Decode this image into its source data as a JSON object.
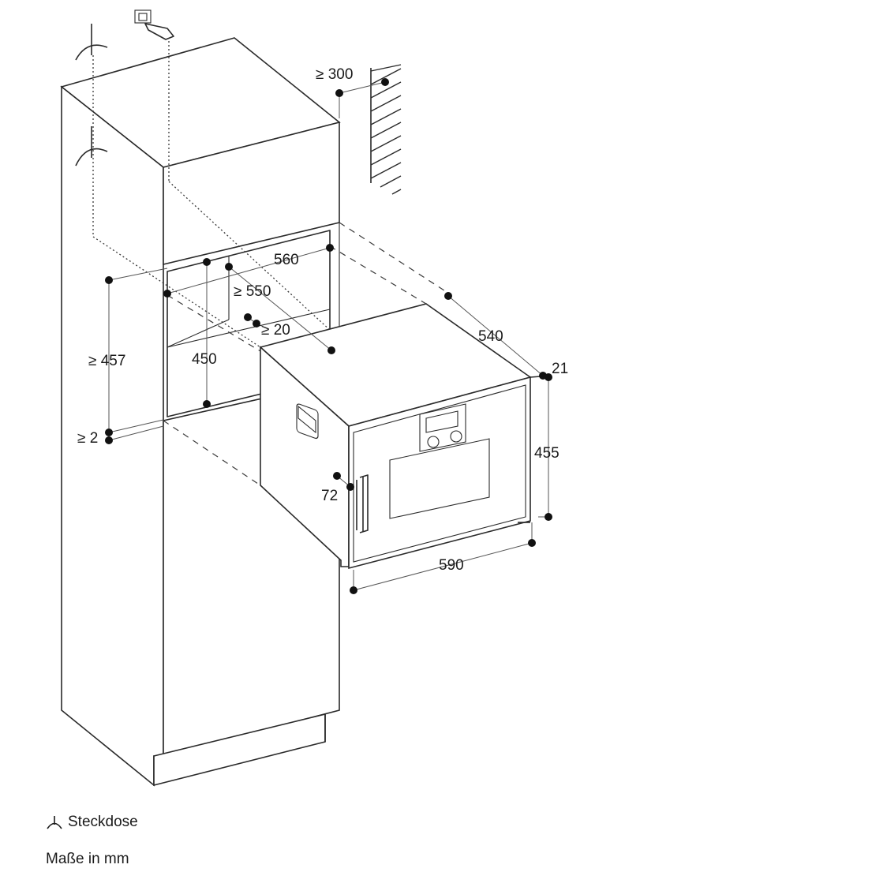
{
  "dimensions": {
    "d300": "≥ 300",
    "d560": "560",
    "d550": "≥ 550",
    "d20": "≥ 20",
    "d540": "540",
    "d21": "21",
    "d457": "≥ 457",
    "d450": "450",
    "d455": "455",
    "d2": "≥ 2",
    "d72": "72",
    "d590": "590"
  },
  "legend": {
    "socket_label": "Steckdose",
    "socket_icon": "socket-symbol-icon",
    "units": "Maße in mm"
  },
  "colors": {
    "line": "#2a2a2a",
    "background": "#ffffff"
  }
}
